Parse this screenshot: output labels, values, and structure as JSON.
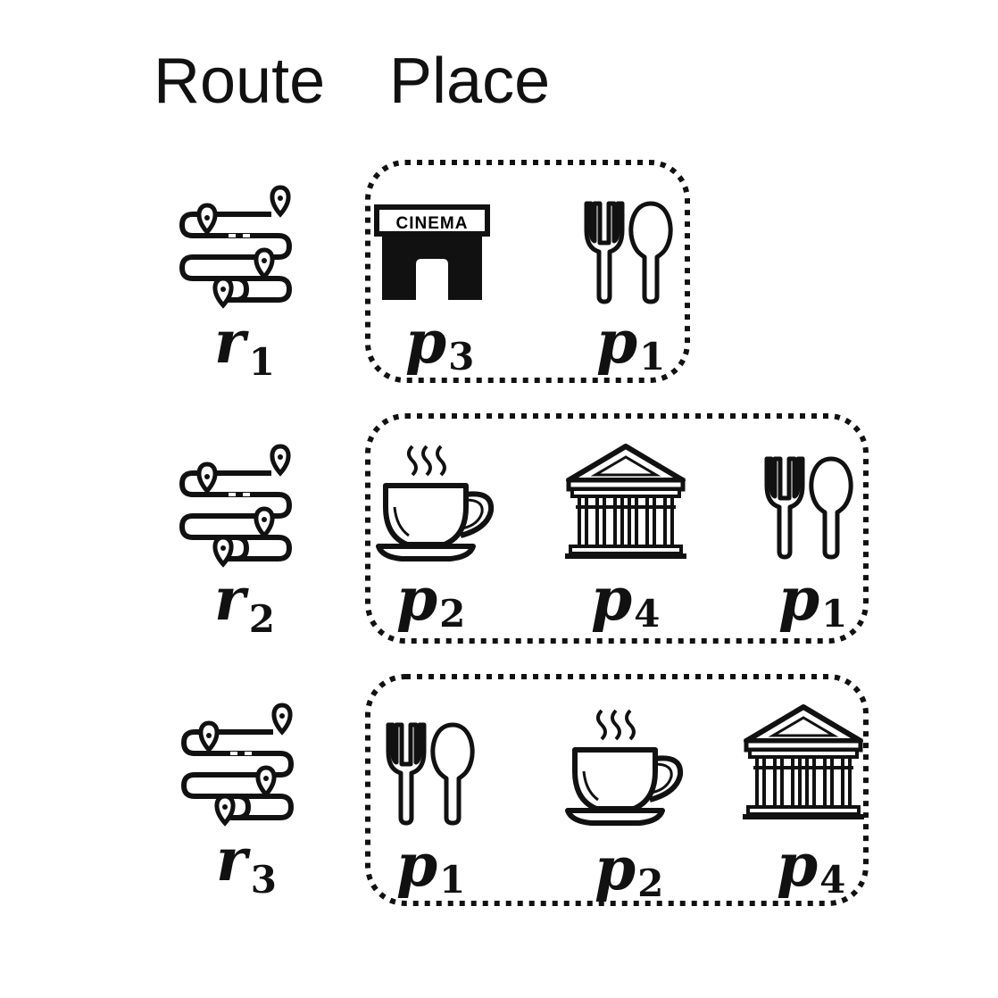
{
  "headers": {
    "route": "Route",
    "place": "Place"
  },
  "rows": [
    {
      "route": {
        "letter": "r",
        "sub": "1"
      },
      "places": [
        {
          "icon": "cinema-icon",
          "letter": "p",
          "sub": "3",
          "sign": "CINEMA"
        },
        {
          "icon": "fork-spoon-icon",
          "letter": "p",
          "sub": "1"
        }
      ]
    },
    {
      "route": {
        "letter": "r",
        "sub": "2"
      },
      "places": [
        {
          "icon": "coffee-cup-icon",
          "letter": "p",
          "sub": "2"
        },
        {
          "icon": "museum-icon",
          "letter": "p",
          "sub": "4"
        },
        {
          "icon": "fork-spoon-icon",
          "letter": "p",
          "sub": "1"
        }
      ]
    },
    {
      "route": {
        "letter": "r",
        "sub": "3"
      },
      "places": [
        {
          "icon": "fork-spoon-icon",
          "letter": "p",
          "sub": "1"
        },
        {
          "icon": "coffee-cup-icon",
          "letter": "p",
          "sub": "2"
        },
        {
          "icon": "museum-icon",
          "letter": "p",
          "sub": "4"
        }
      ]
    }
  ],
  "colors": {
    "ink": "#111111",
    "background": "#ffffff"
  }
}
